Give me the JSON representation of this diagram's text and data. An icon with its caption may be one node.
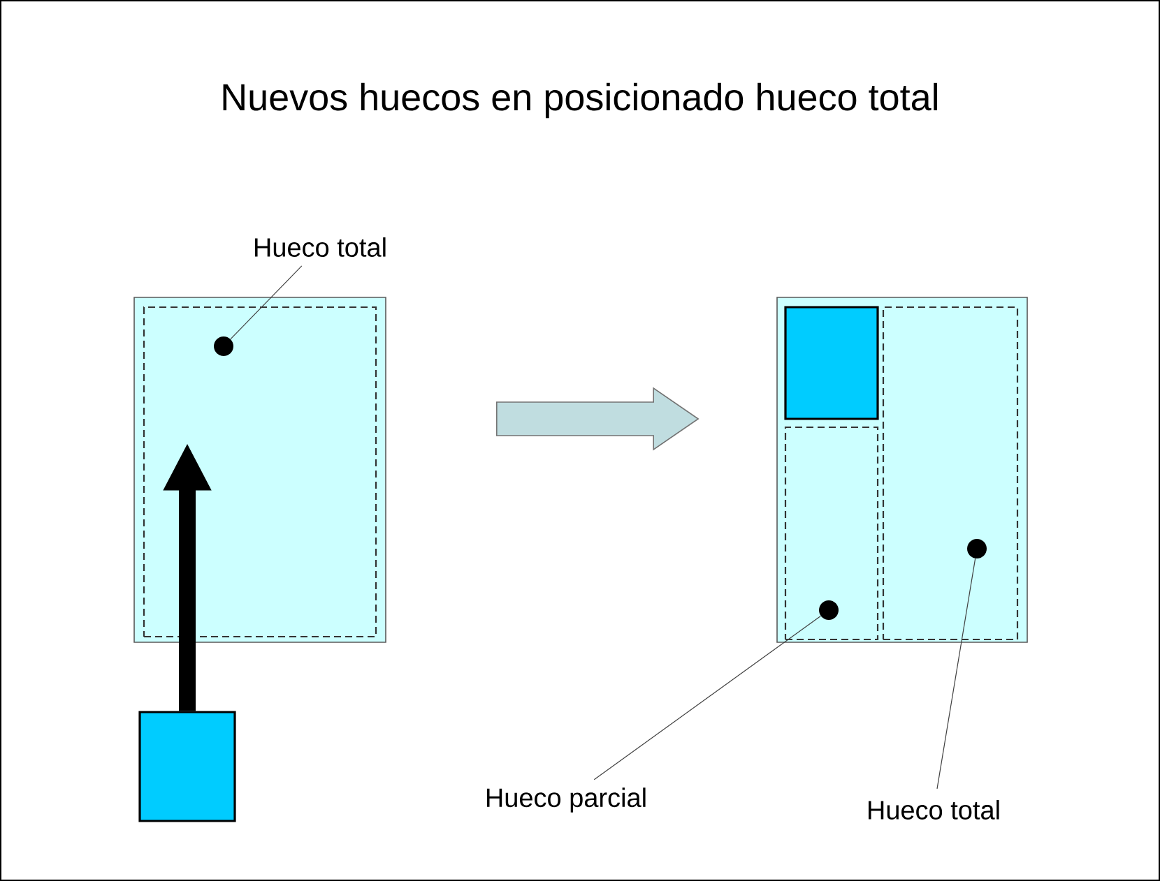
{
  "diagram": {
    "title": "Nuevos huecos en posicionado hueco total",
    "nodes": [
      {
        "text": [],
        "shape": "box"
      },
      {
        "text": [],
        "shape": "box",
        "in": 0
      },
      {
        "text": [],
        "shape": "circle",
        "in": 1
      },
      {
        "text": [
          "Hueco total"
        ]
      },
      {
        "text": [],
        "shape": "box"
      },
      {
        "text": [],
        "shape": "box"
      },
      {
        "text": [],
        "shape": "box",
        "in": 5
      },
      {
        "text": [],
        "shape": "box",
        "in": 5
      },
      {
        "text": [],
        "shape": "box",
        "in": 5
      },
      {
        "text": [],
        "shape": "circle",
        "in": 7
      },
      {
        "text": [],
        "shape": "circle",
        "in": 8
      },
      {
        "text": [
          "Hueco parcial"
        ]
      },
      {
        "text": [
          "Hueco total"
        ]
      }
    ],
    "edges": [
      {
        "from": 3,
        "to": 2,
        "arrow": "none"
      },
      {
        "from": 4,
        "to": null,
        "arrow": "to",
        "style": "thick"
      },
      {
        "from": 0,
        "to": 5,
        "arrow": "to",
        "style": "thick",
        "color": "#c0dde0"
      },
      {
        "from": 11,
        "to": 9,
        "arrow": "none"
      },
      {
        "from": 12,
        "to": 10,
        "arrow": "none"
      }
    ]
  }
}
